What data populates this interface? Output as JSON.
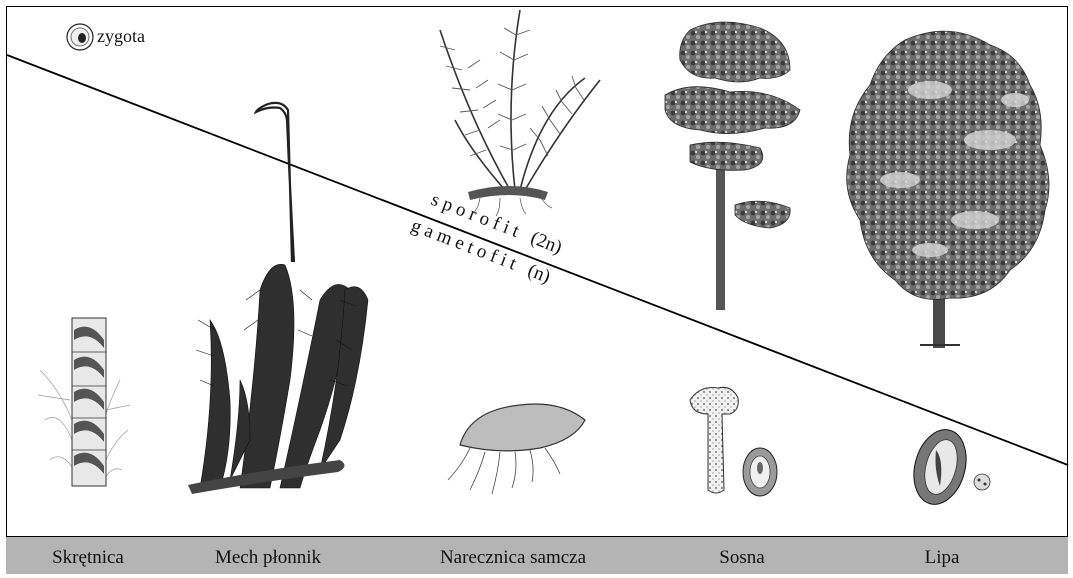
{
  "zygote_label": "zygota",
  "sporophyte_label": "s p o r o f i t   (2n)",
  "gametophyte_label": "g a m e t o f i t   (n)",
  "plants": [
    {
      "name": "Skrętnica"
    },
    {
      "name": "Mech płonnik"
    },
    {
      "name": "Narecznica samcza"
    },
    {
      "name": "Sosna"
    },
    {
      "name": "Lipa"
    }
  ],
  "colors": {
    "footer": "#b4b4b4",
    "line": "#000000",
    "foliage_dark": "#3a3a3a",
    "foliage_mid": "#7a7a7a",
    "foliage_light": "#c8c8c8"
  }
}
